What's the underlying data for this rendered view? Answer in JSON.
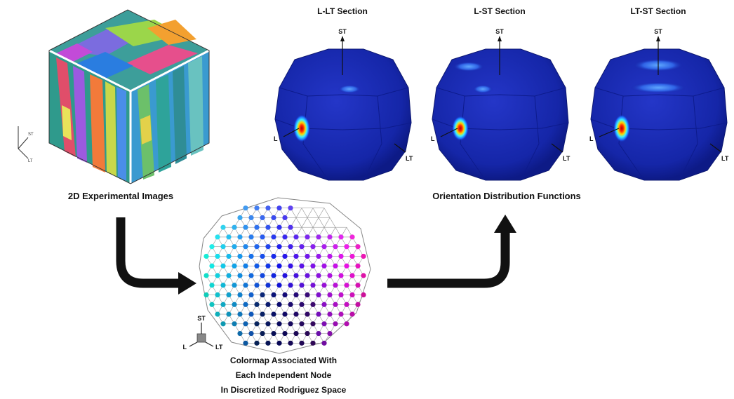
{
  "sections": [
    {
      "title": "L-LT  Section",
      "st": "ST",
      "l": "L",
      "lt": "LT"
    },
    {
      "title": "L-ST  Section",
      "st": "ST",
      "l": "L",
      "lt": "LT"
    },
    {
      "title": "LT-ST  Section",
      "st": "ST",
      "l": "L",
      "lt": "LT"
    }
  ],
  "cube_caption": "2D Experimental Images",
  "odf_caption": "Orientation Distribution Functions",
  "cube_axes": {
    "up": "ST",
    "right": "LT"
  },
  "rodriguez_axes": {
    "up": "ST",
    "left": "L",
    "right": "LT"
  },
  "rodriguez_caption": [
    "Colormap Associated With",
    "Each Independent Node",
    "In Discretized Rodriguez Space"
  ],
  "colors": {
    "ball": "#1a2fb8",
    "text": "#111111",
    "arrow": "#111111"
  }
}
